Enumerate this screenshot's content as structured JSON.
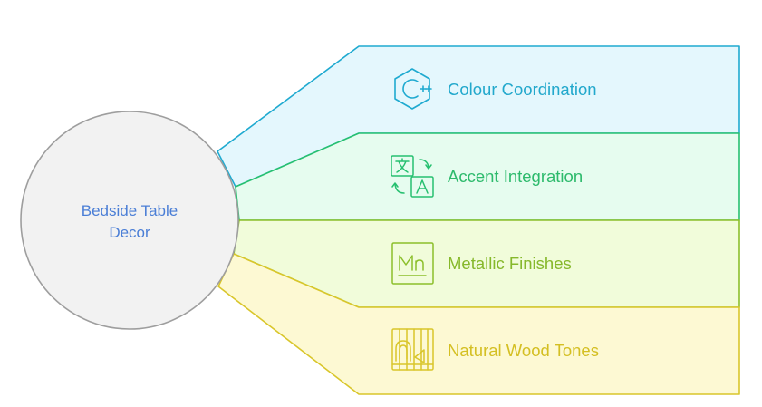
{
  "center": {
    "line1": "Bedside Table",
    "line2": "Decor",
    "text_color": "#4a7ed6",
    "stroke_color": "#9e9e9e",
    "fill_color": "#f2f2f2"
  },
  "bands": [
    {
      "label": "Colour Coordination",
      "icon": "cpp-hexagon-icon",
      "stroke": "#1faad0",
      "fill": "#e4f7fd",
      "text_color": "#22a8cc"
    },
    {
      "label": "Accent Integration",
      "icon": "translate-icon",
      "stroke": "#27c070",
      "fill": "#e6fcef",
      "text_color": "#2dba6c"
    },
    {
      "label": "Metallic Finishes",
      "icon": "manganese-element-icon",
      "stroke": "#8cbf2b",
      "fill": "#f1fcda",
      "text_color": "#86b82b"
    },
    {
      "label": "Natural Wood Tones",
      "icon": "wood-panel-icon",
      "stroke": "#d9c62b",
      "fill": "#fdf9d3",
      "text_color": "#d4bf22"
    }
  ]
}
